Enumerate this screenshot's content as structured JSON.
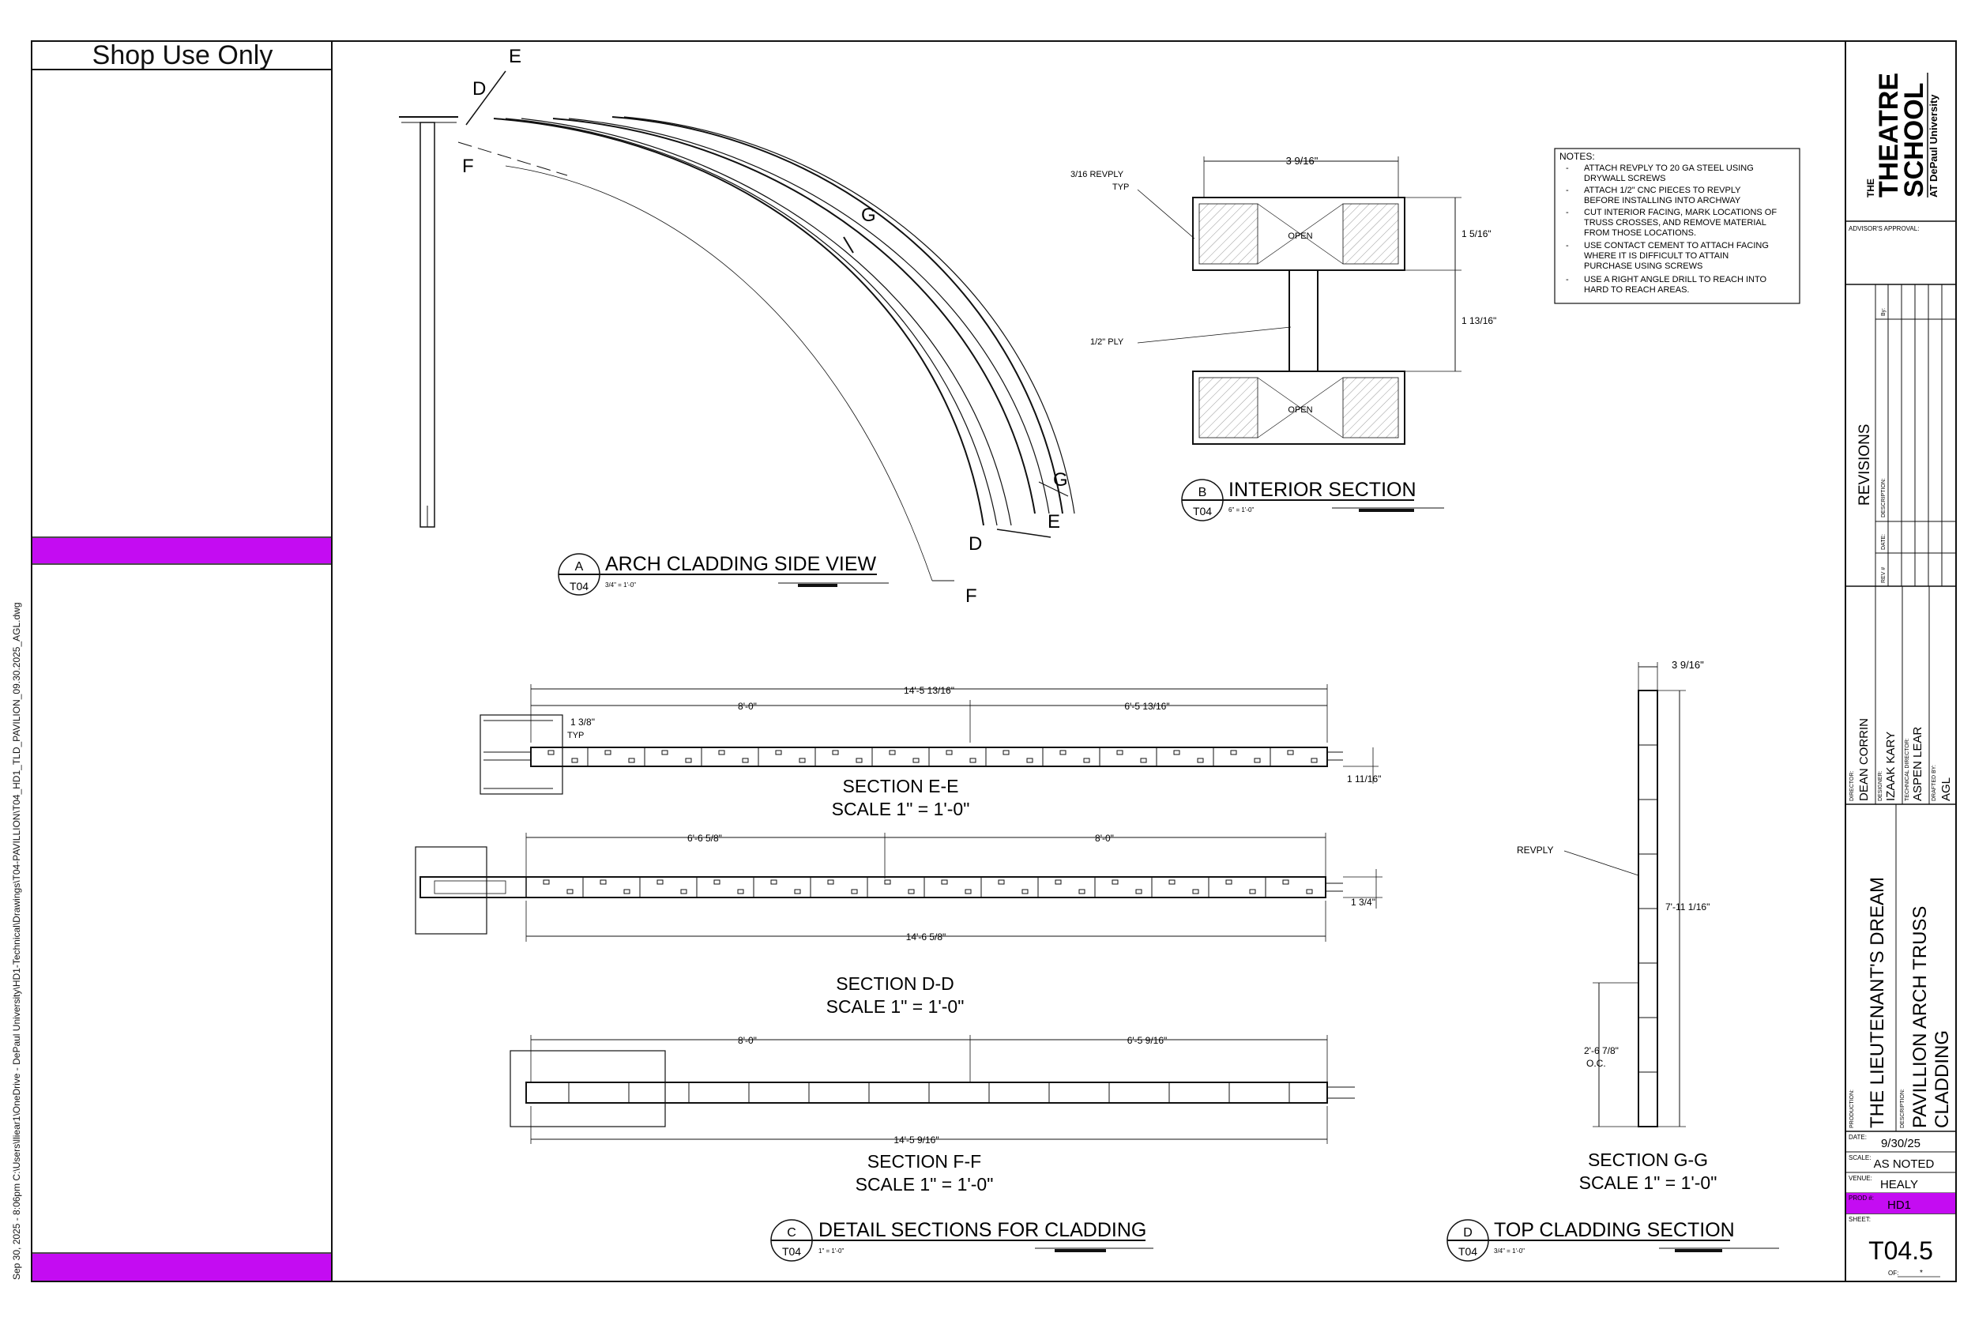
{
  "plot_path": "Sep 30, 2025 - 8:06pm C:\\Users\\lliear1\\OneDrive - DePaul University\\HD1-Technical\\Drawings\\T04-PAVILLION\\T04_HD1_TLD_PAVILION_09.30.2025_AGL.dwg",
  "shop_use_only": "Shop Use Only",
  "colors": {
    "accent": "#c40cf2",
    "line": "#111111"
  },
  "views": {
    "a": {
      "letter": "A",
      "sheet": "T04",
      "title": "ARCH CLADDING SIDE VIEW",
      "scale": "3/4\" = 1'-0\""
    },
    "b": {
      "letter": "B",
      "sheet": "T04",
      "title": "INTERIOR SECTION",
      "scale": "6\" = 1'-0\""
    },
    "c": {
      "letter": "C",
      "sheet": "T04",
      "title": "DETAIL SECTIONS FOR CLADDING",
      "scale": "1\" = 1'-0\""
    },
    "d": {
      "letter": "D",
      "sheet": "T04",
      "title": "TOP CLADDING SECTION",
      "scale": "3/4\" = 1'-0\""
    }
  },
  "section_marks": {
    "e": "E",
    "d": "D",
    "f": "F",
    "g": "G"
  },
  "interior": {
    "top_dim": "3 9/16\"",
    "dim_top_height": "1 5/16\"",
    "dim_web": "1 13/16\"",
    "revply_label": "3/16 REVPLY",
    "revply_typ": "TYP",
    "ply_label": "1/2\" PLY",
    "open": "OPEN"
  },
  "notes": {
    "heading": "NOTES:",
    "items": [
      [
        "ATTACH REVPLY TO 20 GA STEEL USING",
        "DRYWALL SCREWS"
      ],
      [
        "ATTACH 1/2\" CNC PIECES TO REVPLY",
        "BEFORE INSTALLING INTO ARCHWAY"
      ],
      [
        "CUT INTERIOR FACING, MARK LOCATIONS OF",
        "TRUSS CROSSES, AND REMOVE MATERIAL",
        "FROM THOSE LOCATIONS."
      ],
      [
        "USE CONTACT CEMENT TO ATTACH FACING",
        "WHERE IT IS DIFFICULT TO ATTAIN",
        "PURCHASE USING SCREWS"
      ],
      [
        "USE A RIGHT ANGLE DRILL TO REACH INTO",
        "HARD TO REACH AREAS."
      ]
    ]
  },
  "section_ee": {
    "title": "SECTION E-E",
    "scale": "SCALE 1\" = 1'-0\"",
    "overall": "14'-5 13/16\"",
    "left": "8'-0\"",
    "right": "6'-5 13/16\"",
    "typ_dim": "1 3/8\"",
    "typ": "TYP",
    "height": "1 11/16\""
  },
  "section_dd": {
    "title": "SECTION D-D",
    "scale": "SCALE 1\" = 1'-0\"",
    "left": "6'-6 5/8\"",
    "right": "8'-0\"",
    "overall": "14'-6 5/8\"",
    "height": "1 3/4\""
  },
  "section_ff": {
    "title": "SECTION F-F",
    "scale": "SCALE 1\" = 1'-0\"",
    "left": "8'-0\"",
    "right": "6'-5 9/16\"",
    "overall": "14'-5 9/16\""
  },
  "section_gg": {
    "title": "SECTION G-G",
    "scale": "SCALE 1\" = 1'-0\"",
    "width": "3 9/16\"",
    "length": "7'-11 1/16\"",
    "oc": "2'-6 7/8\"",
    "oc_label": "O.C.",
    "revply": "REVPLY"
  },
  "title_block": {
    "logo_the": "THE",
    "logo_theatre": "THEATRE",
    "logo_school": "SCHOOL",
    "logo_depaul": "AT DePaul University",
    "advisor_label": "ADVISOR'S APPROVAL:",
    "revisions": "REVISIONS",
    "rev_col": "REV #",
    "date_col": "DATE:",
    "description_col": "DESCRIPTION:",
    "by_col": "By:",
    "director_label": "DIRECTOR:",
    "director": "DEAN CORRIN",
    "designer_label": "DESIGNER:",
    "designer": "IZAAK KARY",
    "td_label": "TECHNICAL DIRECTOR:",
    "td": "ASPEN LEAR",
    "drafted_label": "DRAFTED BY:",
    "drafted": "AGL",
    "production_label": "PRODUCTION:",
    "production": "THE LIEUTENANT'S DREAM",
    "description_label": "DESCRIPTION:",
    "description_1": "PAVILLION ARCH TRUSS",
    "description_2": "CLADDING",
    "date_label": "DATE:",
    "date": "9/30/25",
    "scale_label": "SCALE:",
    "scale": "AS NOTED",
    "venue_label": "VENUE:",
    "venue": "HEALY",
    "prod_no_label": "PROD #:",
    "prod_no": "HD1",
    "sheet_label": "SHEET:",
    "sheet": "T04.5",
    "of_label": "OF:",
    "of_value": "*"
  }
}
